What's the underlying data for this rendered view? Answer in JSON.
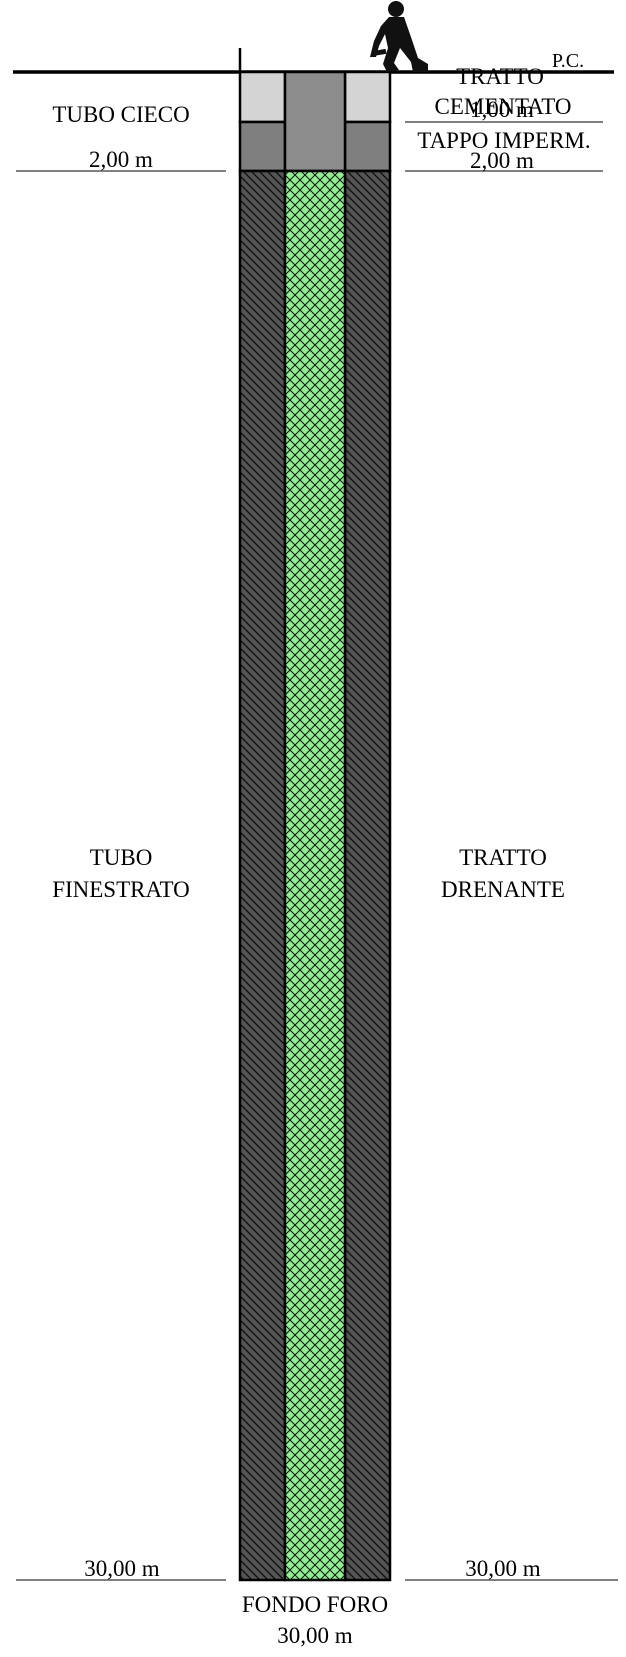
{
  "labels": {
    "pc": "P.C.",
    "tubo_cieco": "TUBO CIECO",
    "left_depth_top": "2,00 m",
    "tratto_cementato_line1": "TRATTO",
    "tratto_cementato_line2": "CEMENTATO",
    "cementato_depth": "1,00 m",
    "tappo_imperm": "TAPPO IMPERM.",
    "right_depth_top": "2,00 m",
    "tubo_finestrato_line1": "TUBO",
    "tubo_finestrato_line2": "FINESTRATO",
    "tratto_drenante_line1": "TRATTO",
    "tratto_drenante_line2": "DRENANTE",
    "left_depth_bottom": "30,00 m",
    "right_depth_bottom": "30,00 m",
    "fondo_foro": "FONDO FORO",
    "fondo_depth": "30,00 m"
  },
  "colors": {
    "cement_light": "#d4d4d4",
    "plug_gray": "#7f7f7f",
    "pipe_gray": "#8c8c8c",
    "drain_fill": "#555555",
    "screen_green": "#8ff08f"
  },
  "icons": [
    "person-icon"
  ]
}
